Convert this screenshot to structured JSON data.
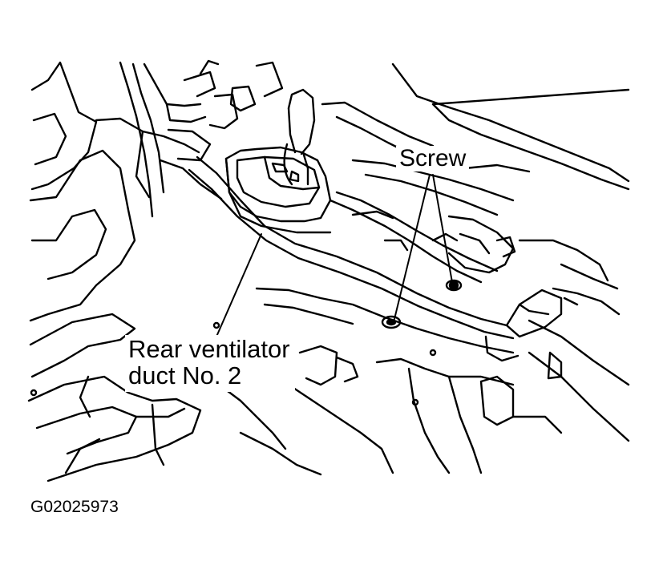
{
  "labels": {
    "screw": "Screw",
    "duct_line1": "Rear ventilator",
    "duct_line2": "duct No. 2",
    "figure_id": "G02025973"
  },
  "colors": {
    "ink": "#000000",
    "paper": "#ffffff"
  }
}
